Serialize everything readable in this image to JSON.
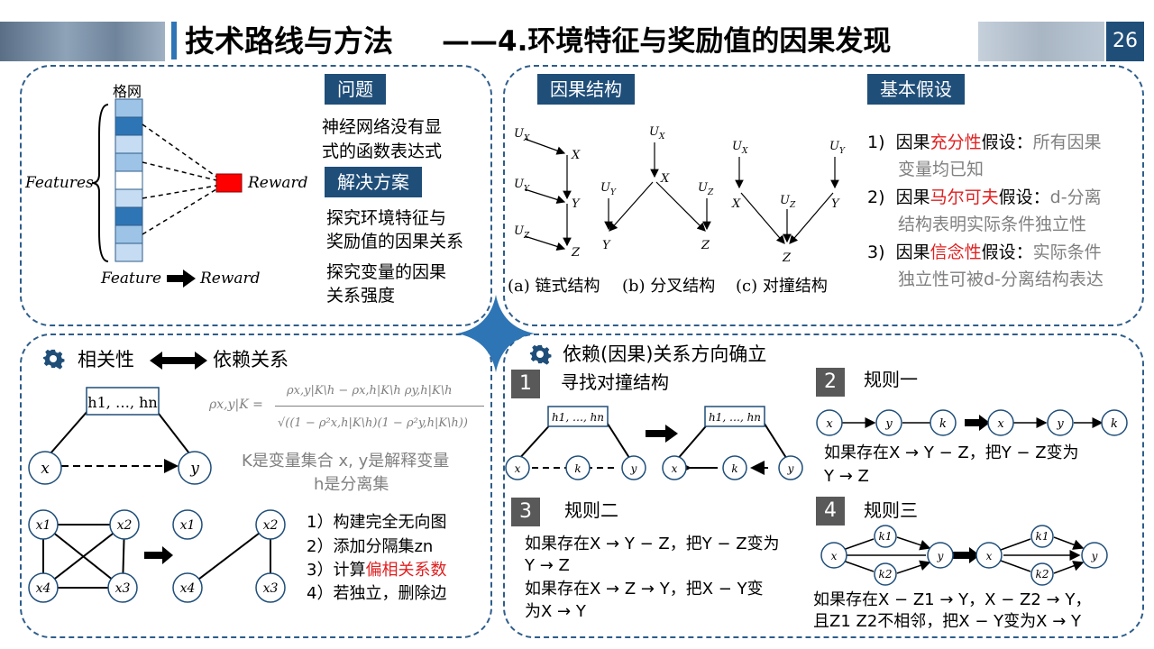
{
  "header": {
    "section_title": "技术路线与方法",
    "subtitle": "——4.环境特征与奖励值的因果发现",
    "page_number": "26"
  },
  "panel_a": {
    "grid_label": "格网",
    "features_label": "Features",
    "reward_label": "Reward",
    "flow_feature": "Feature",
    "flow_reward": "Reward",
    "problem_tag": "问题",
    "problem_text_1": "神经网络没有显",
    "problem_text_2": "式的函数表达式",
    "solution_tag": "解决方案",
    "solution_text_1": "探究环境特征与",
    "solution_text_2": "奖励值的因果关系",
    "solution_text_3": "探究变量的因果",
    "solution_text_4": "关系强度",
    "colors": {
      "accent": "#1f4e79",
      "reward": "#ff0000",
      "cell_dark": "#2e75b6",
      "cell_mid": "#9dc3e6",
      "cell_light": "#c5dcf2"
    }
  },
  "panel_b": {
    "tag": "因果结构",
    "caption_a": "(a) 链式结构",
    "caption_b": "(b) 分叉结构",
    "caption_c": "(c) 对撞结构",
    "nodes": {
      "ux": "U",
      "uy": "U",
      "uz": "U",
      "x": "X",
      "y": "Y",
      "z": "Z",
      "sx": "X",
      "sy": "Y",
      "sz": "Z"
    },
    "assume_tag": "基本假设",
    "assume": [
      {
        "num": "1)",
        "pre": "因果",
        "key": "充分性",
        "post": "假设：",
        "desc1": "所有因果",
        "desc2": "变量均已知"
      },
      {
        "num": "2)",
        "pre": "因果",
        "key": "马尔可夫",
        "post": "假设：",
        "desc1": "d-分离",
        "desc2": "结构表明实际条件独立性"
      },
      {
        "num": "3)",
        "pre": "因果",
        "key": "信念性",
        "post": "假设：",
        "desc1": "实际条件",
        "desc2": "独立性可被d-分离结构表达"
      }
    ]
  },
  "panel_c": {
    "title_left": "相关性",
    "title_right": "依赖关系",
    "box_label": "h1, …, hn",
    "x": "x",
    "y": "y",
    "formula_lhs": "ρx,y|K =",
    "formula_num": "ρx,y|K\\h − ρx,h|K\\h ρy,h|K\\h",
    "formula_den": "√((1 − ρ²x,h|K\\h)(1 − ρ²y,h|K\\h))",
    "note_1": "K是变量集合 x, y是解释变量",
    "note_2": "h是分离集",
    "nodes": [
      "x1",
      "x2",
      "x3",
      "x4"
    ],
    "steps": [
      {
        "text": "1）构建完全无向图"
      },
      {
        "text": "2）添加分隔集zn"
      },
      {
        "pre": "3）计算",
        "key": "偏相关系数"
      },
      {
        "text": "4）若独立，删除边"
      }
    ]
  },
  "panel_d": {
    "title": "依赖(因果)关系方向确立",
    "step1_num": "1",
    "step1_title": "寻找对撞结构",
    "step2_num": "2",
    "step2_title": "规则一",
    "step2_text_1": "如果存在X → Y − Z，把Y − Z变为",
    "step2_text_2": "Y → Z",
    "step3_num": "3",
    "step3_title": "规则二",
    "step3_text_1": "如果存在X → Y − Z，把Y − Z变为",
    "step3_text_2": "Y → Z",
    "step3_text_3": "如果存在X → Z → Y，把X − Y变",
    "step3_text_4": "为X → Y",
    "step4_num": "4",
    "step4_title": "规则三",
    "step4_text_1": "如果存在X − Z1 → Y，X − Z2 → Y，",
    "step4_text_2": "且Z1 Z2不相邻，把X − Y变为X → Y",
    "node_labels": {
      "x": "x",
      "y": "y",
      "k": "k",
      "h": "h1, …, hn",
      "k1": "k1",
      "k2": "k2"
    }
  }
}
